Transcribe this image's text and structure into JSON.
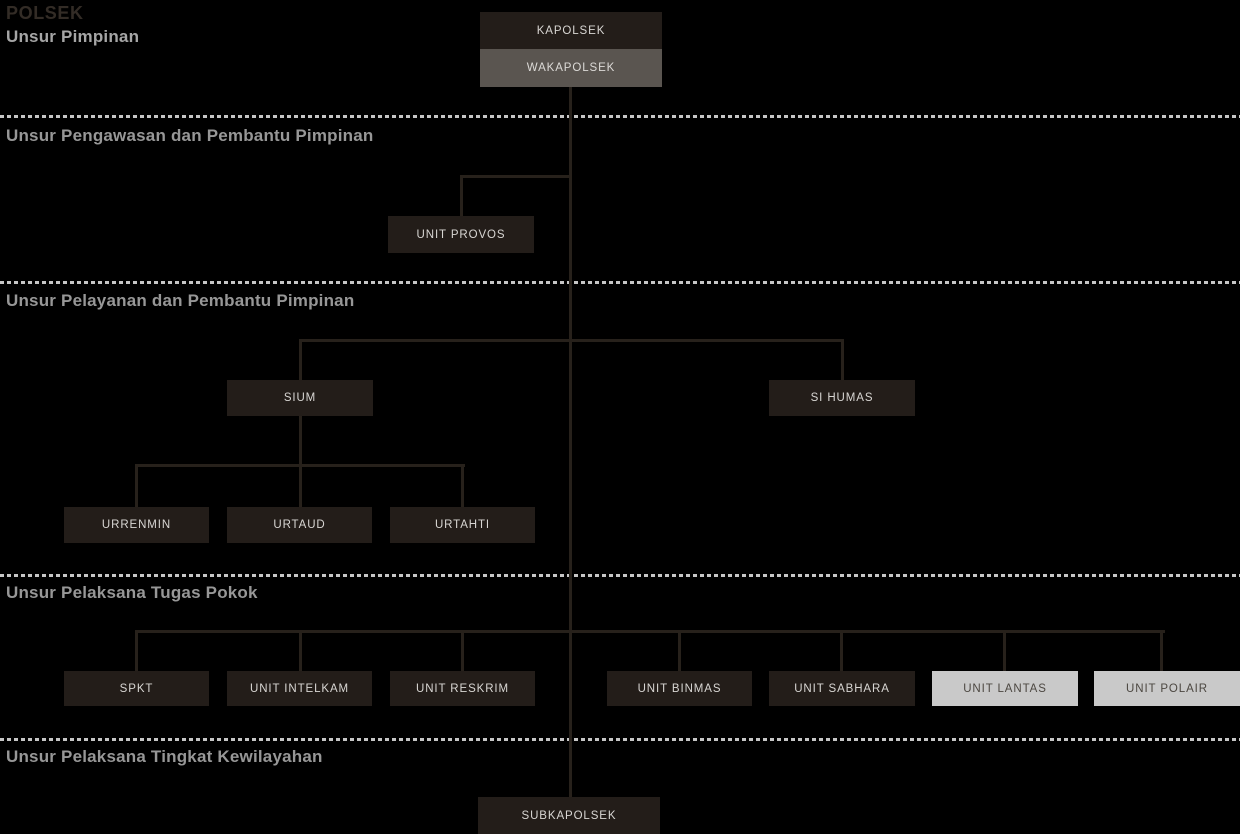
{
  "page": {
    "title": "POLSEK"
  },
  "sections": [
    {
      "label": "Unsur Pimpinan"
    },
    {
      "label": "Unsur Pengawasan dan Pembantu Pimpinan"
    },
    {
      "label": "Unsur Pelayanan dan Pembantu Pimpinan"
    },
    {
      "label": "Unsur Pelaksana Tugas Pokok"
    },
    {
      "label": "Unsur Pelaksana Tingkat Kewilayahan"
    }
  ],
  "nodes": [
    {
      "id": "kapolsek",
      "label": "KAPOLSEK",
      "variant": "dark"
    },
    {
      "id": "wakapolsek",
      "label": "WAKAPOLSEK",
      "variant": "mid"
    },
    {
      "id": "unit-provos",
      "label": "UNIT PROVOS",
      "variant": "dark"
    },
    {
      "id": "sium",
      "label": "SIUM",
      "variant": "dark"
    },
    {
      "id": "si-humas",
      "label": "SI HUMAS",
      "variant": "dark"
    },
    {
      "id": "urrenmin",
      "label": "URRENMIN",
      "variant": "dark"
    },
    {
      "id": "urtaud",
      "label": "URTAUD",
      "variant": "dark"
    },
    {
      "id": "urtahti",
      "label": "URTAHTI",
      "variant": "dark"
    },
    {
      "id": "spkt",
      "label": "SPKT",
      "variant": "dark"
    },
    {
      "id": "unit-intelkam",
      "label": "UNIT INTELKAM",
      "variant": "dark"
    },
    {
      "id": "unit-reskrim",
      "label": "UNIT RESKRIM",
      "variant": "dark"
    },
    {
      "id": "unit-binmas",
      "label": "UNIT BINMAS",
      "variant": "dark"
    },
    {
      "id": "unit-sabhara",
      "label": "UNIT SABHARA",
      "variant": "dark"
    },
    {
      "id": "unit-lantas",
      "label": "UNIT LANTAS",
      "variant": "light"
    },
    {
      "id": "unit-polair",
      "label": "UNIT POLAIR",
      "variant": "light"
    },
    {
      "id": "subkapolsek",
      "label": "SUBKAPOLSEK",
      "variant": "dark"
    }
  ],
  "colors": {
    "background": "#000000",
    "node_dark": "#231d19",
    "node_mid": "#5a5550",
    "node_light": "#c9c9c9",
    "node_dark_text": "#d8d6d3",
    "node_light_text": "#4c4741",
    "connector": "#27211b",
    "divider_dash": "#c6c6c6",
    "section_label": "#979797",
    "title": "#332c26"
  }
}
